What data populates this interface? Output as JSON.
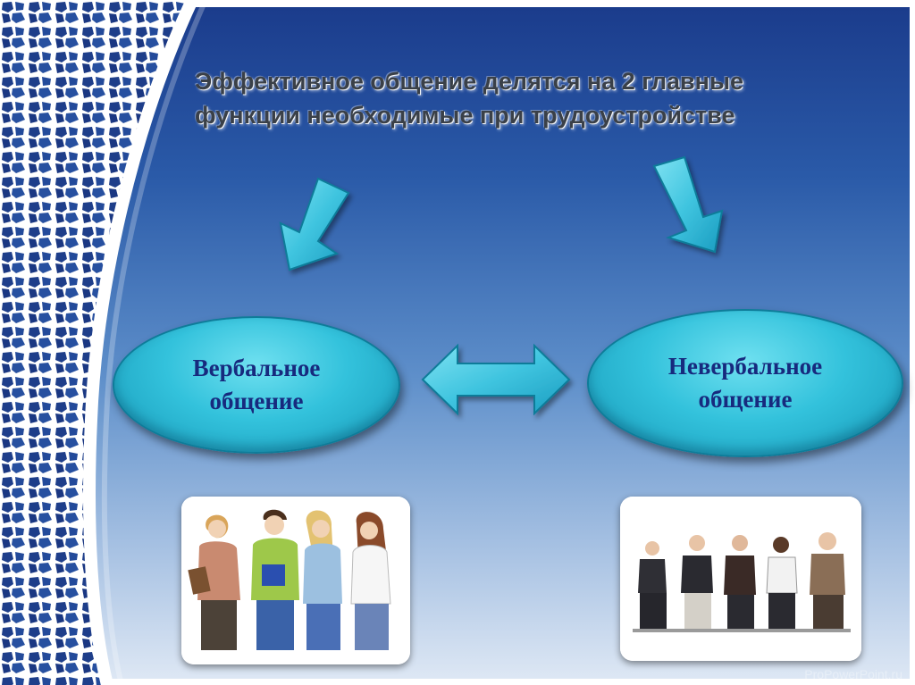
{
  "slide": {
    "title_line1": "Эффективное общение  делятся на 2 главные",
    "title_line2": "функции  необходимые при трудоустройстве",
    "left_oval_text": "Вербальное\nобщение",
    "right_oval_text": "Невербальное\nобщение",
    "watermark": "ProPowerPoint.ru"
  },
  "colors": {
    "background_top": "#1c3e8e",
    "background_bottom": "#dce6f3",
    "arrow_fill": "#3fc4df",
    "oval_fill": "#33c2dc",
    "oval_text": "#172a7e",
    "title_text": "#3a4048",
    "mosaic_tiles": "#1e3e8a"
  },
  "images": {
    "left": "group-of-young-women-talking-illustration",
    "right": "people-sitting-in-waiting-room-illustration"
  }
}
